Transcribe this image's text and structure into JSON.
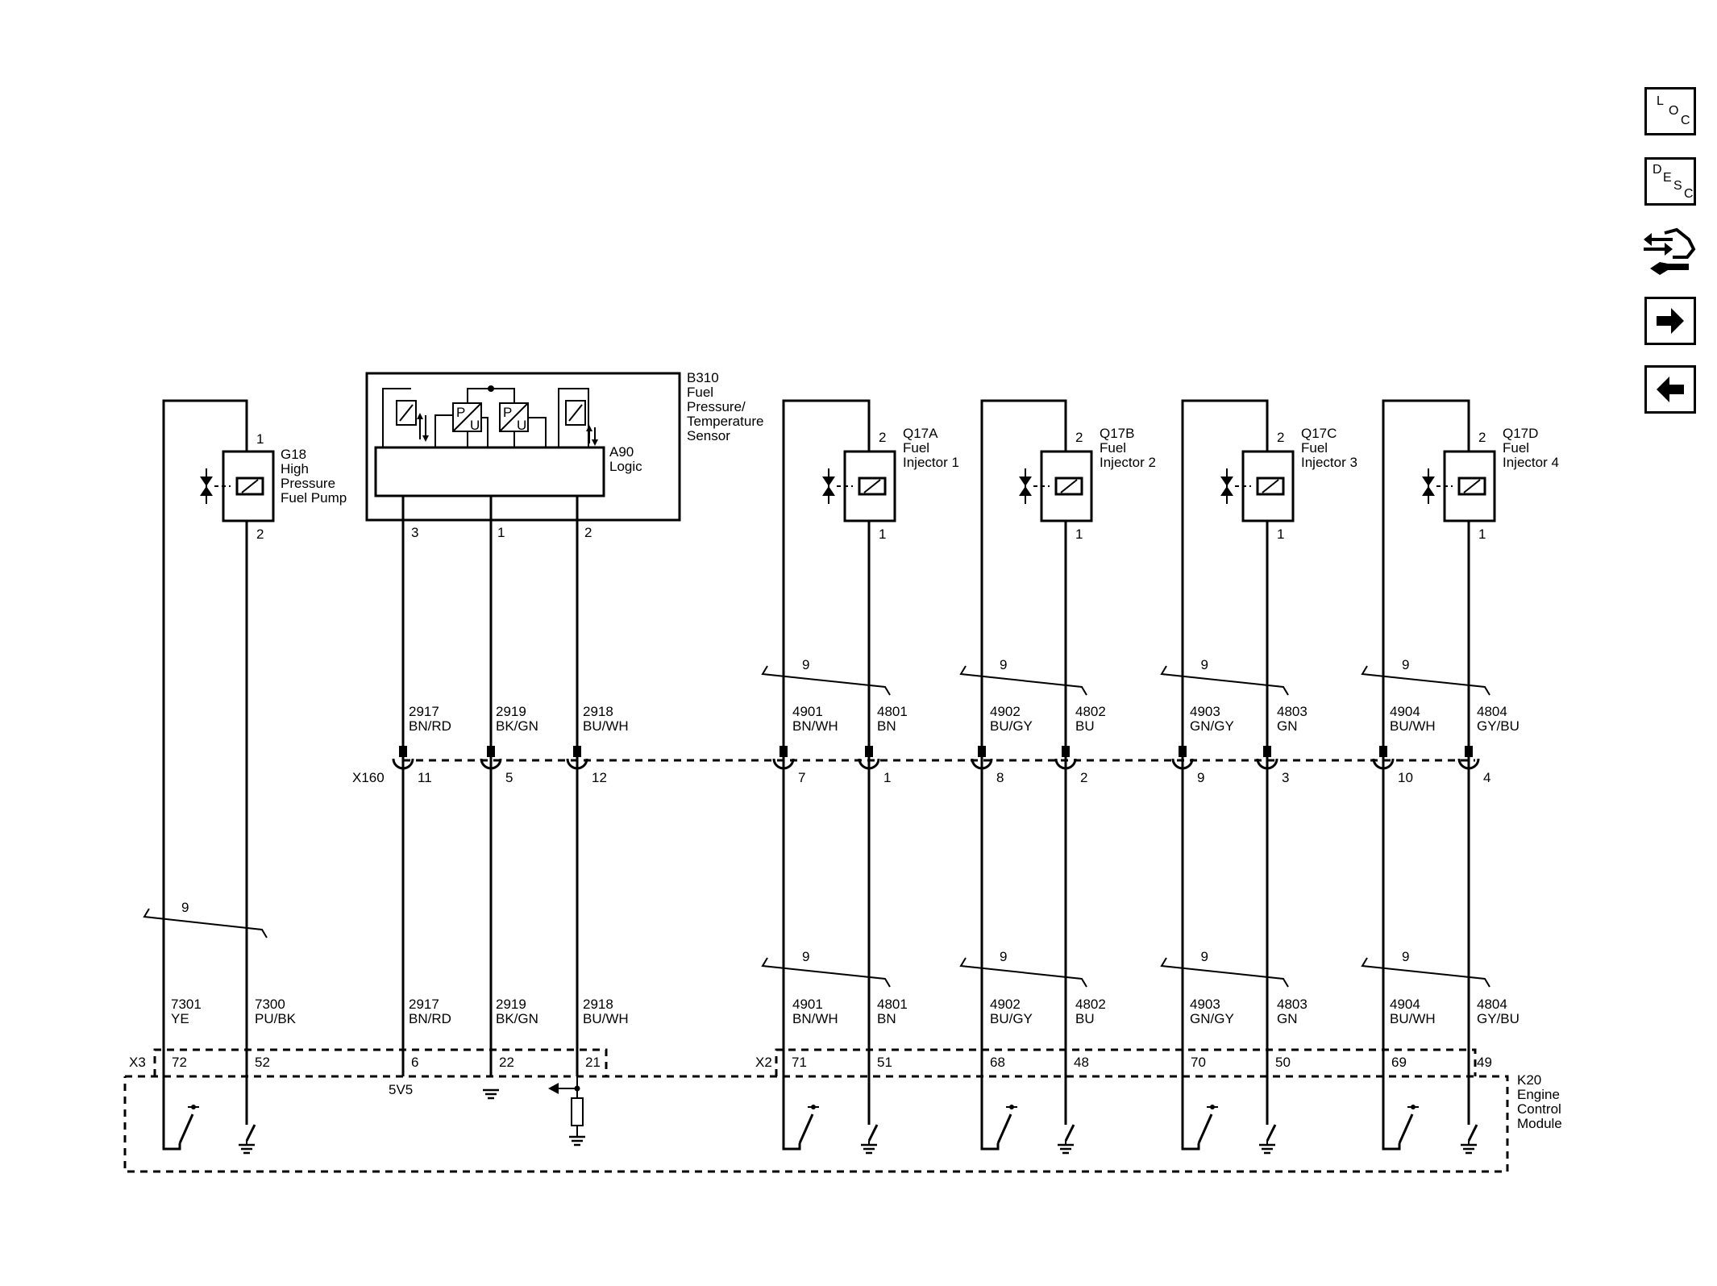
{
  "nav": {
    "loc": [
      "L",
      "O",
      "C"
    ],
    "desc": [
      "D",
      "E",
      "S",
      "C"
    ],
    "next_icon": "arrow-right-icon",
    "prev_icon": "arrow-left-icon",
    "connector_icon": "connector-tool-icon"
  },
  "components": {
    "g18": {
      "lines": [
        "G18",
        "High",
        "Pressure",
        "Fuel Pump"
      ],
      "pins": [
        "1",
        "2"
      ]
    },
    "b310": {
      "lines": [
        "B310",
        "Fuel",
        "Pressure/",
        "Temperature",
        "Sensor"
      ],
      "sub": [
        "A90",
        "Logic"
      ],
      "pins": [
        "3",
        "1",
        "2"
      ],
      "pu": [
        "P",
        "U"
      ]
    },
    "injectors": [
      {
        "lines": [
          "Q17A",
          "Fuel",
          "Injector 1"
        ],
        "pins": [
          "2",
          "1"
        ]
      },
      {
        "lines": [
          "Q17B",
          "Fuel",
          "Injector 2"
        ],
        "pins": [
          "2",
          "1"
        ]
      },
      {
        "lines": [
          "Q17C",
          "Fuel",
          "Injector 3"
        ],
        "pins": [
          "2",
          "1"
        ]
      },
      {
        "lines": [
          "Q17D",
          "Fuel",
          "Injector 4"
        ],
        "pins": [
          "2",
          "1"
        ]
      }
    ],
    "k20": {
      "lines": [
        "K20",
        "Engine",
        "Control",
        "Module"
      ]
    }
  },
  "twisted_pair_label": "9",
  "circuits_upper": [
    {
      "num": "2917",
      "color": "BN/RD"
    },
    {
      "num": "2919",
      "color": "BK/GN"
    },
    {
      "num": "2918",
      "color": "BU/WH"
    },
    {
      "num": "4901",
      "color": "BN/WH"
    },
    {
      "num": "4801",
      "color": "BN"
    },
    {
      "num": "4902",
      "color": "BU/GY"
    },
    {
      "num": "4802",
      "color": "BU"
    },
    {
      "num": "4903",
      "color": "GN/GY"
    },
    {
      "num": "4803",
      "color": "GN"
    },
    {
      "num": "4904",
      "color": "BU/WH"
    },
    {
      "num": "4804",
      "color": "GY/BU"
    }
  ],
  "circuits_lower": [
    {
      "num": "7301",
      "color": "YE"
    },
    {
      "num": "7300",
      "color": "PU/BK"
    },
    {
      "num": "2917",
      "color": "BN/RD"
    },
    {
      "num": "2919",
      "color": "BK/GN"
    },
    {
      "num": "2918",
      "color": "BU/WH"
    },
    {
      "num": "4901",
      "color": "BN/WH"
    },
    {
      "num": "4801",
      "color": "BN"
    },
    {
      "num": "4902",
      "color": "BU/GY"
    },
    {
      "num": "4802",
      "color": "BU"
    },
    {
      "num": "4903",
      "color": "GN/GY"
    },
    {
      "num": "4803",
      "color": "GN"
    },
    {
      "num": "4904",
      "color": "BU/WH"
    },
    {
      "num": "4804",
      "color": "GY/BU"
    }
  ],
  "x160": {
    "label": "X160",
    "pins": [
      "11",
      "5",
      "12",
      "7",
      "1",
      "8",
      "2",
      "9",
      "3",
      "10",
      "4"
    ]
  },
  "x3": {
    "label": "X3",
    "pins": [
      "72",
      "52",
      "6",
      "22",
      "21"
    ]
  },
  "x2": {
    "label": "X2",
    "pins": [
      "71",
      "51",
      "68",
      "48",
      "70",
      "50",
      "69",
      "49"
    ]
  },
  "v5_label": "5V5"
}
